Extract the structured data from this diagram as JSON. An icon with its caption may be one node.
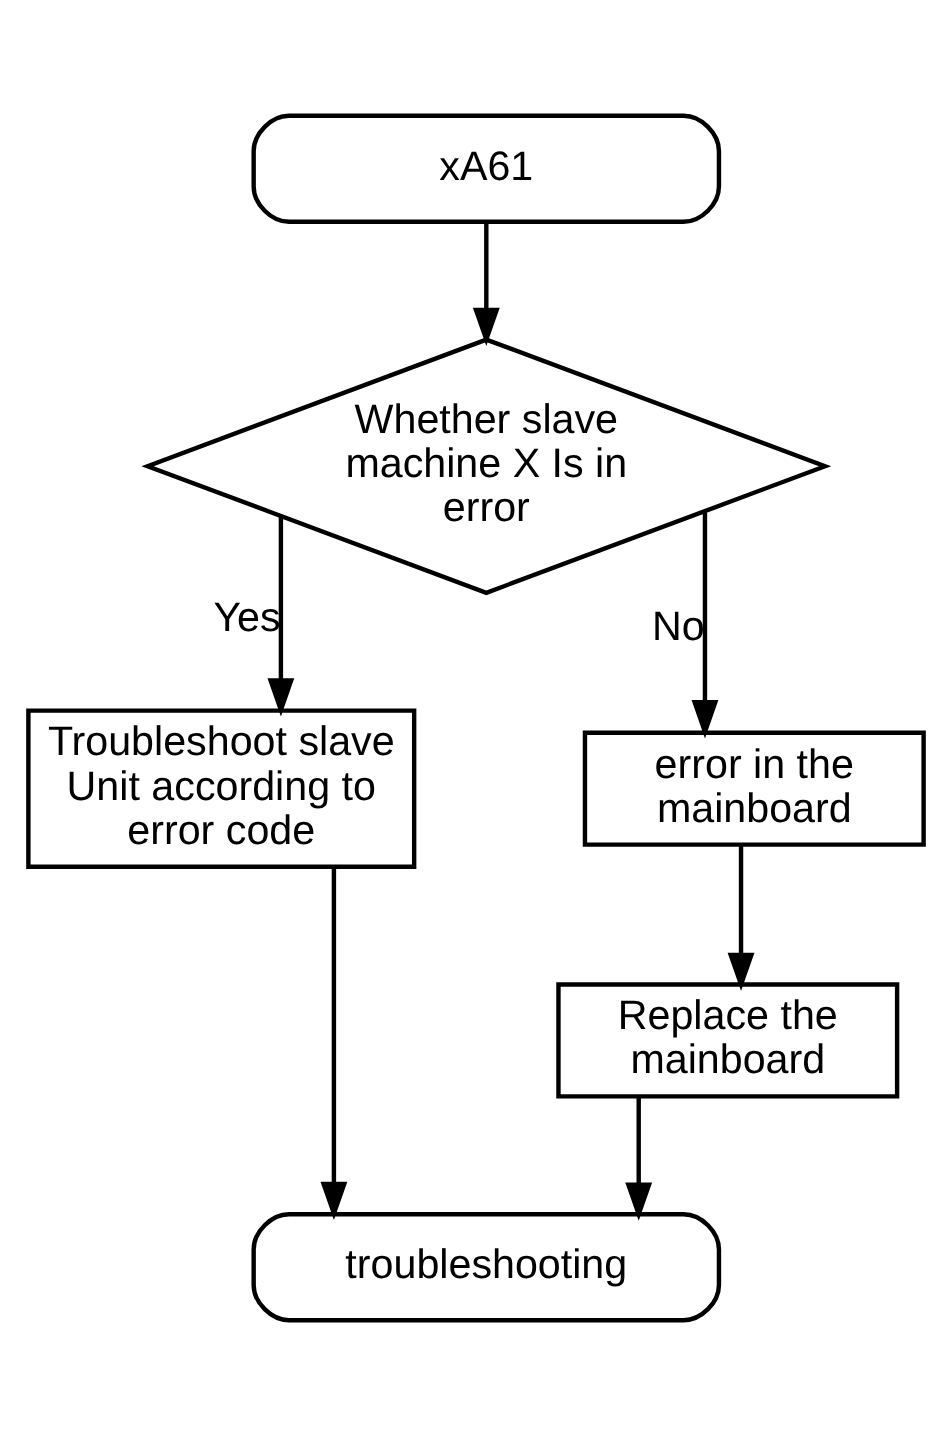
{
  "diagram": {
    "nodes": [
      {
        "text": [
          "xA61"
        ]
      },
      {
        "text": [
          "Whether slave machine X Is in error"
        ]
      },
      {
        "text": [
          "Troubleshoot slave Unit according to error code"
        ]
      },
      {
        "text": [
          "error in the mainboard"
        ]
      },
      {
        "text": [
          "Replace the mainboard"
        ]
      },
      {
        "text": [
          "troubleshooting"
        ]
      }
    ],
    "edges": [
      {
        "from": 0,
        "to": 1,
        "arrow": "to"
      },
      {
        "from": 1,
        "to": 2,
        "arrow": "to",
        "label": "Yes"
      },
      {
        "from": 1,
        "to": 3,
        "arrow": "to",
        "label": "No"
      },
      {
        "from": 3,
        "to": 4,
        "arrow": "to"
      },
      {
        "from": 2,
        "to": 5,
        "arrow": "to"
      },
      {
        "from": 4,
        "to": 5,
        "arrow": "to"
      }
    ]
  }
}
